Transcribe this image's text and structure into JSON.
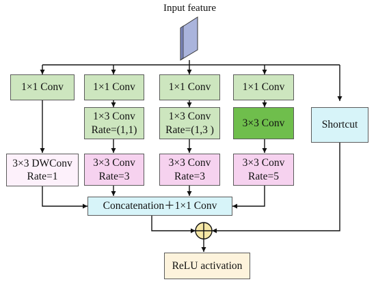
{
  "input_label": "Input feature",
  "branch1": {
    "conv1": "1×1 Conv",
    "dw_line1": "3×3 DWConv",
    "dw_line2": "Rate=1"
  },
  "branch2": {
    "conv1": "1×1 Conv",
    "mid_line1": "1×3 Conv",
    "mid_line2": "Rate=(1,1)",
    "dil_line1": "3×3 Conv",
    "dil_line2": "Rate=3"
  },
  "branch3": {
    "conv1": "1×1 Conv",
    "mid_line1": "1×3 Conv",
    "mid_line2": "Rate=(1,3 )",
    "dil_line1": "3×3 Conv",
    "dil_line2": "Rate=3"
  },
  "branch4": {
    "conv1": "1×1 Conv",
    "mid": "3×3 Conv",
    "dil_line1": "3×3 Conv",
    "dil_line2": "Rate=5"
  },
  "shortcut": "Shortcut",
  "concat": "Concatenation＋1×1 Conv",
  "output": "ReLU activation",
  "colors": {
    "conv_green": "#cde6bf",
    "dark_green": "#6fbe4c",
    "dilated_pink": "#f6d2ef",
    "dw_light_pink": "#fdf1fb",
    "cyan": "#d7f4f9",
    "activation_yellow": "#fdf3dc",
    "adder_yellow": "#f5e7a6",
    "feature_blue": "#aab4dc"
  }
}
